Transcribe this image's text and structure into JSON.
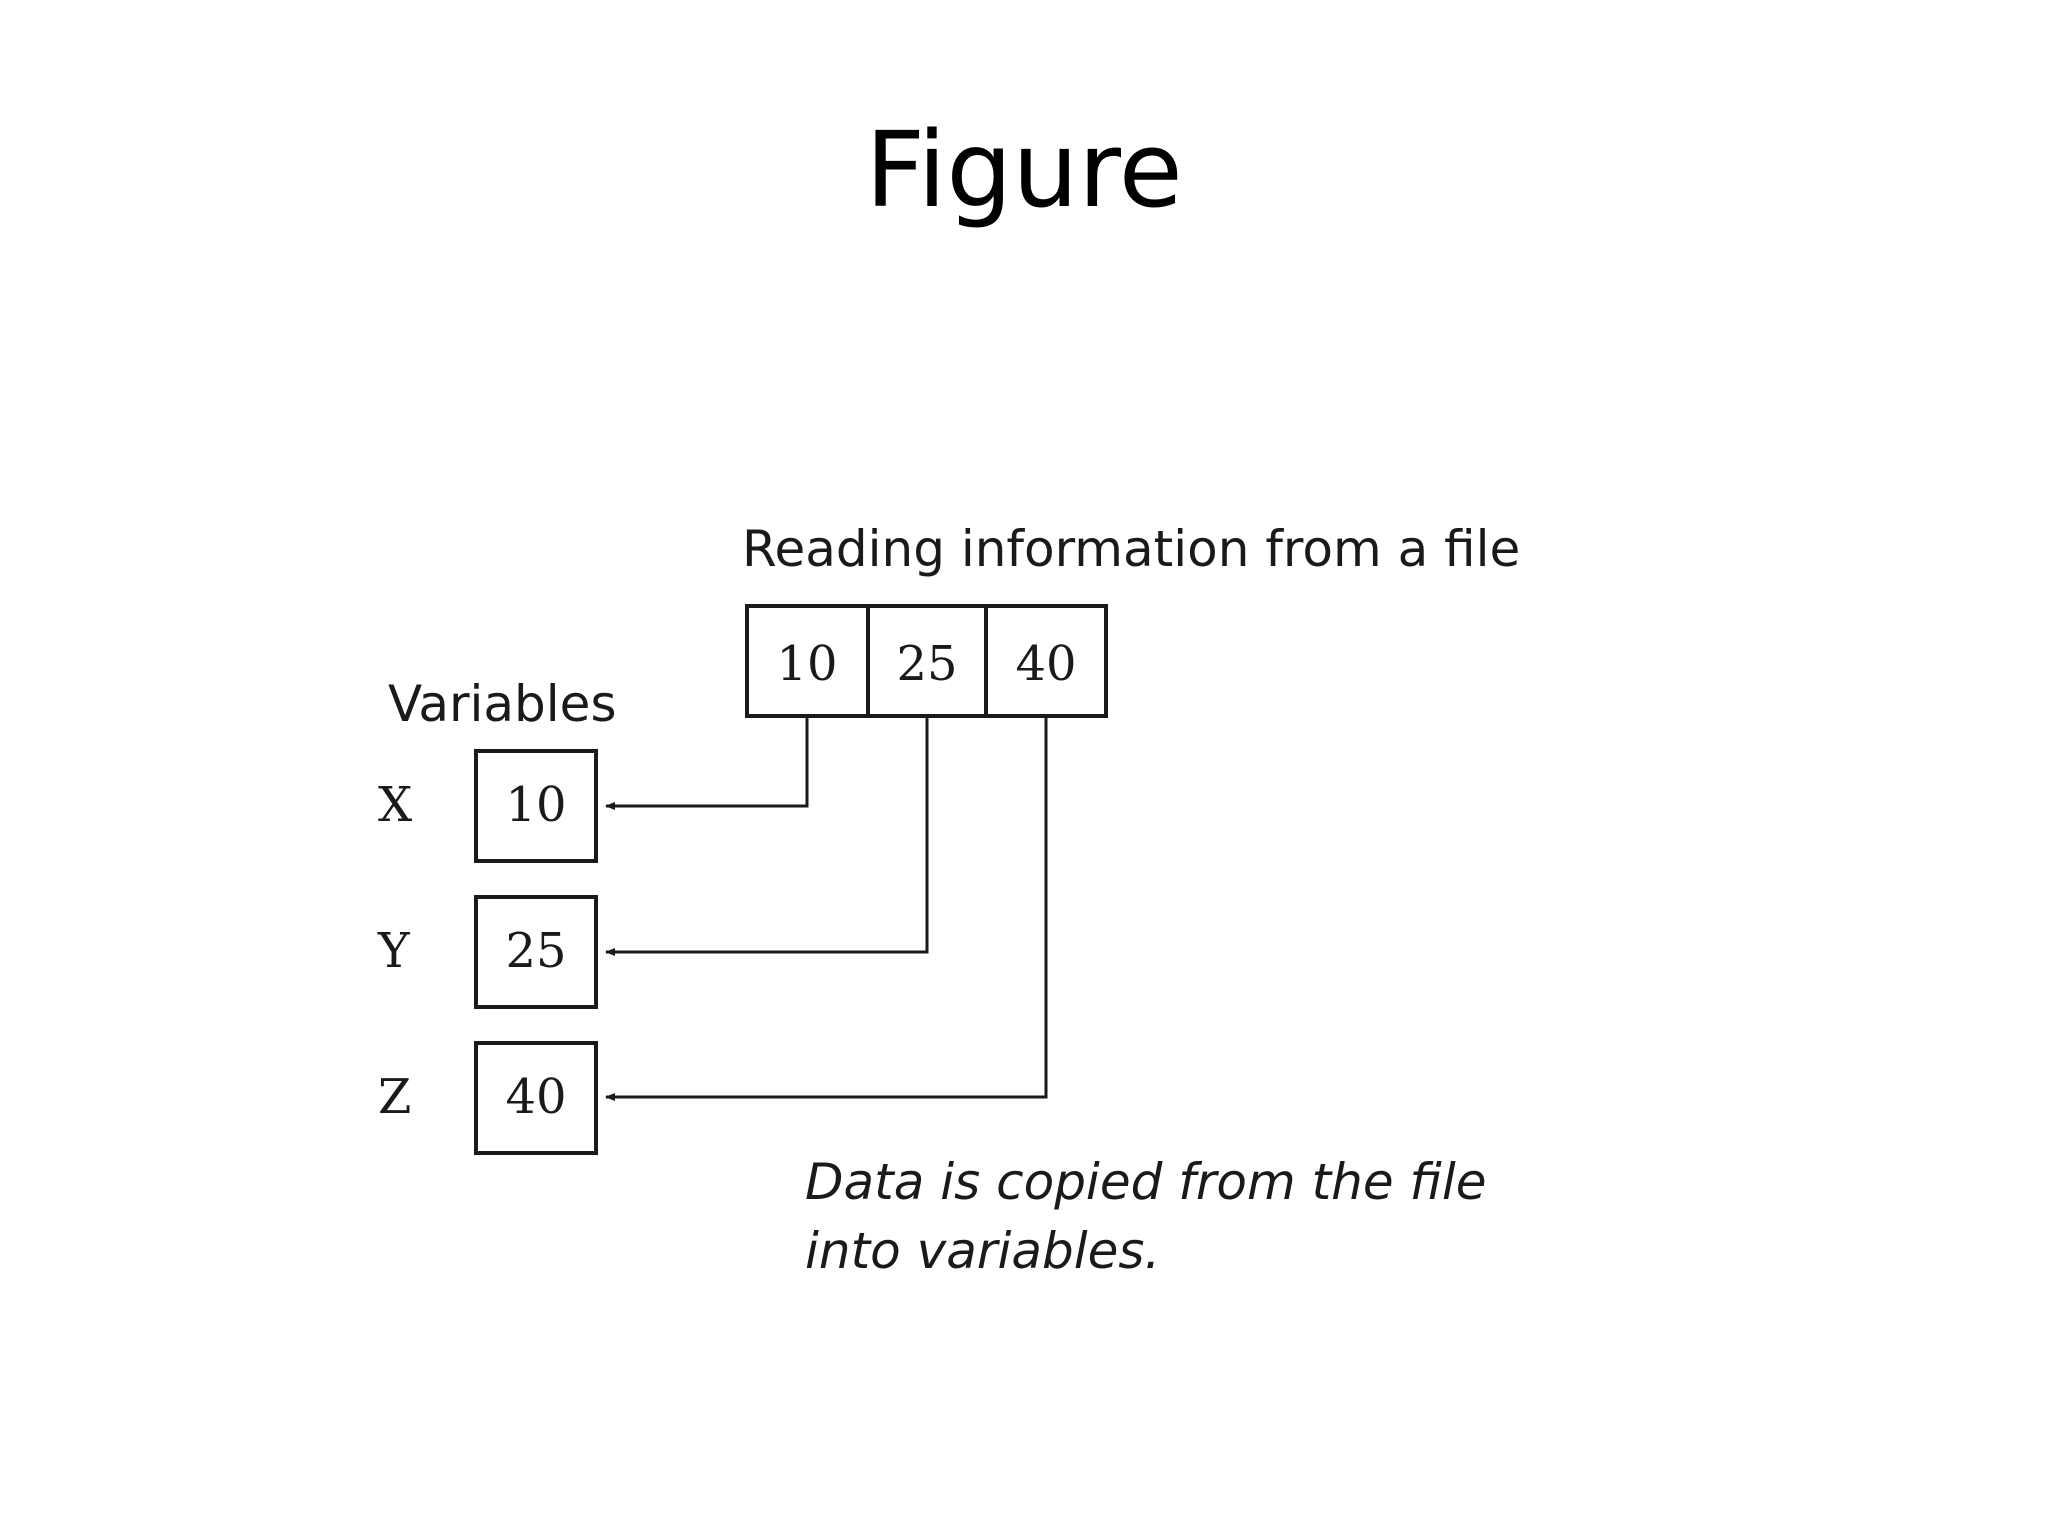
{
  "slide": {
    "title": "Figure"
  },
  "diagram": {
    "file_caption": "Reading information from a file",
    "file_values": [
      "10",
      "25",
      "40"
    ],
    "variables_heading": "Variables",
    "variables": [
      {
        "name": "X",
        "value": "10"
      },
      {
        "name": "Y",
        "value": "25"
      },
      {
        "name": "Z",
        "value": "40"
      }
    ],
    "note_line1": "Data is copied from the file",
    "note_line2": "into variables."
  }
}
